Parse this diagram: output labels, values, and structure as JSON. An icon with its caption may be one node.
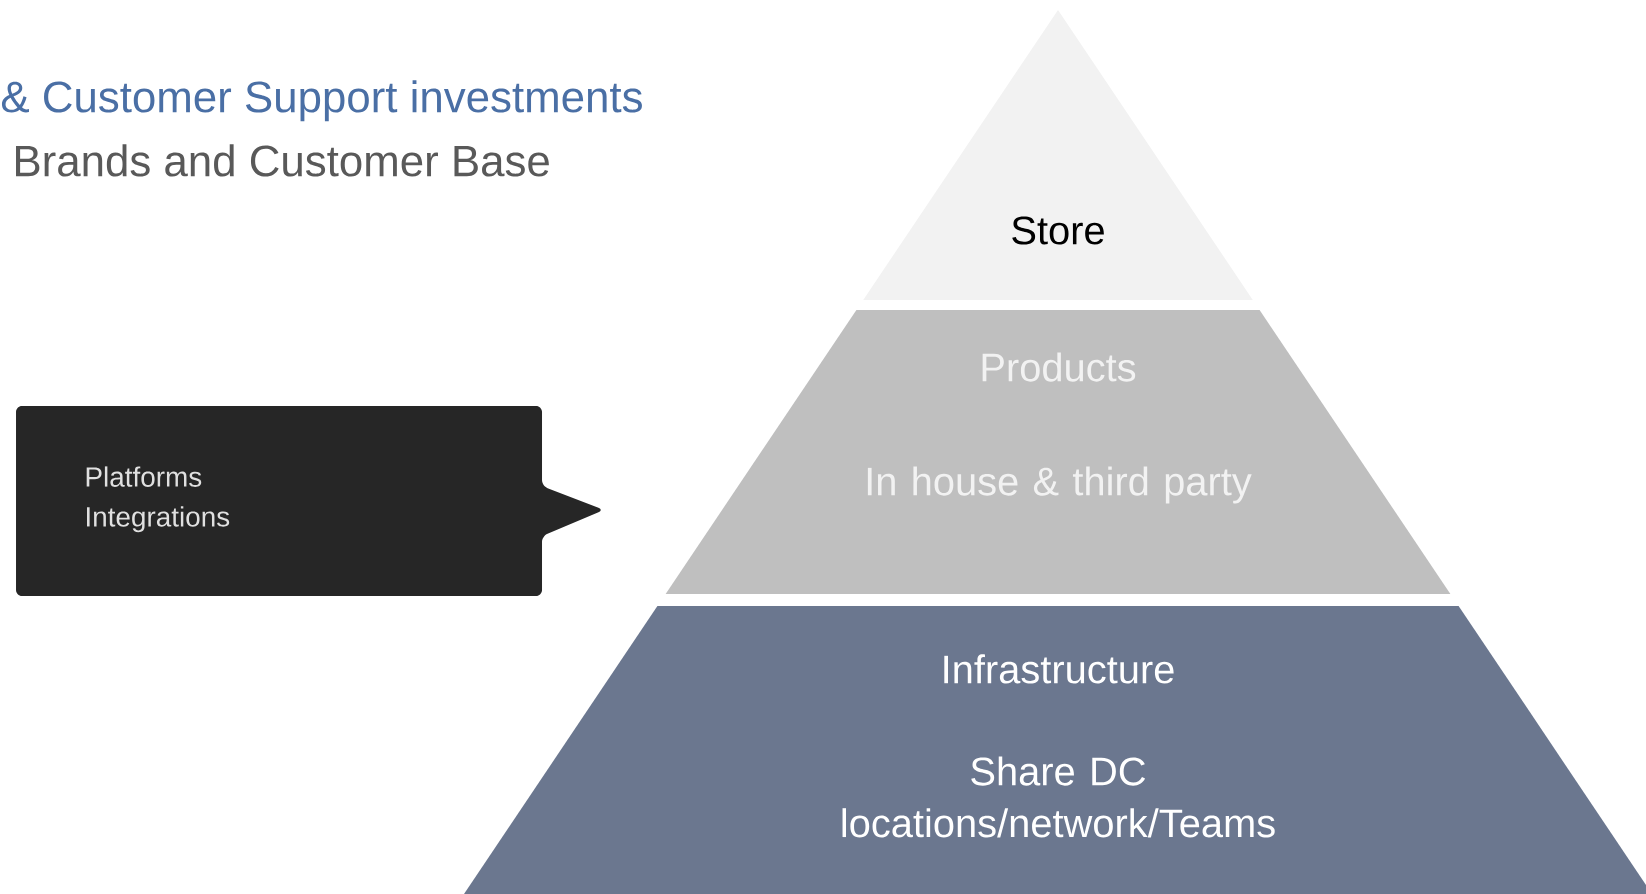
{
  "diagram": {
    "nodes": [
      {
        "text": [
          "Store"
        ]
      },
      {
        "text": [
          "Products",
          "In house & third party"
        ]
      },
      {
        "text": [
          "Infrastructure",
          "Share DC locations/network/Teams"
        ]
      },
      {
        "text": [
          "Platforms Integrations"
        ]
      }
    ],
    "labels": [
      "& Customer Support investments",
      "Brands and Customer Base"
    ]
  }
}
